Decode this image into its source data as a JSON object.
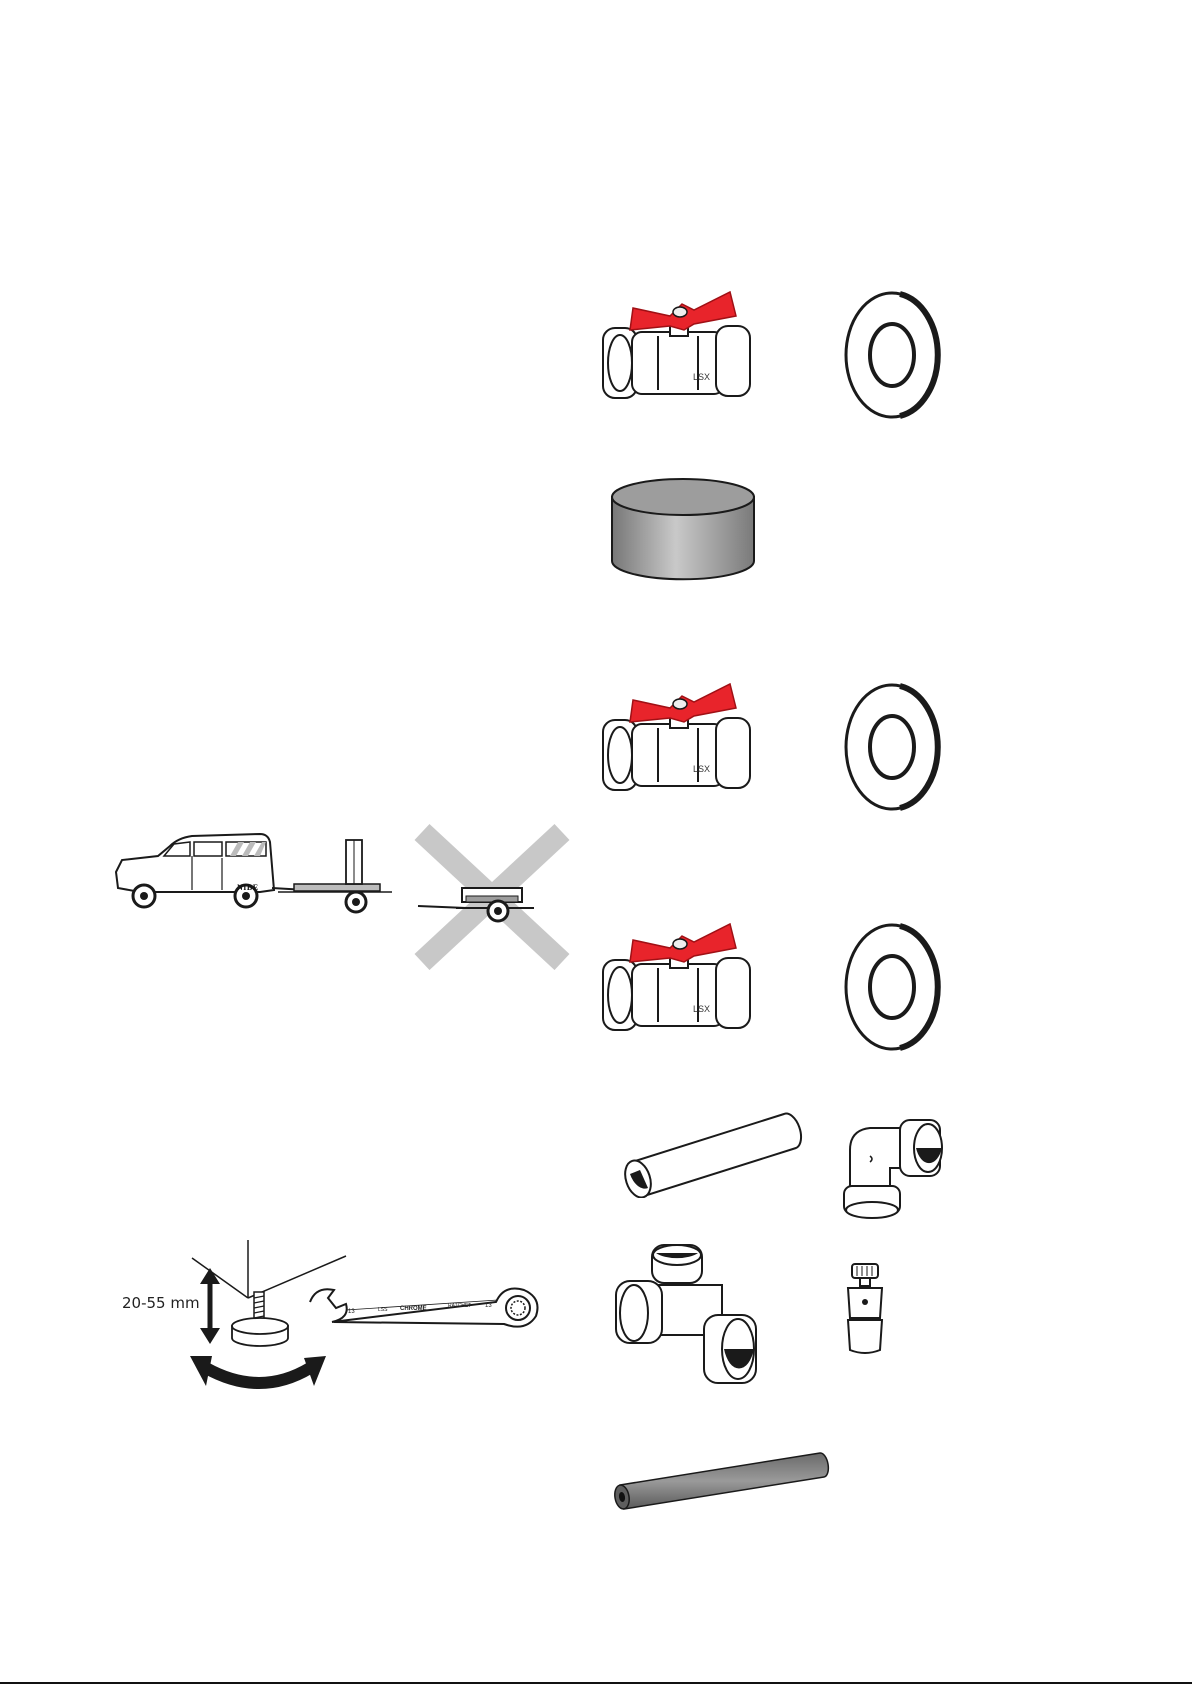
{
  "leveling": {
    "height_label": "20-55 mm"
  },
  "van": {
    "brand": "NIBE"
  },
  "valve": {
    "marking": "LSX"
  },
  "wrench": {
    "size_left": "13",
    "size_right": "13",
    "brand": "CHROME",
    "text_a": "LSS",
    "text_b": "RATCHET"
  },
  "colors": {
    "valve_handle": "#e8242b",
    "cross": "#c8c8c8",
    "line": "#1a1a1a",
    "gray_fill": "#a5a5a5"
  }
}
